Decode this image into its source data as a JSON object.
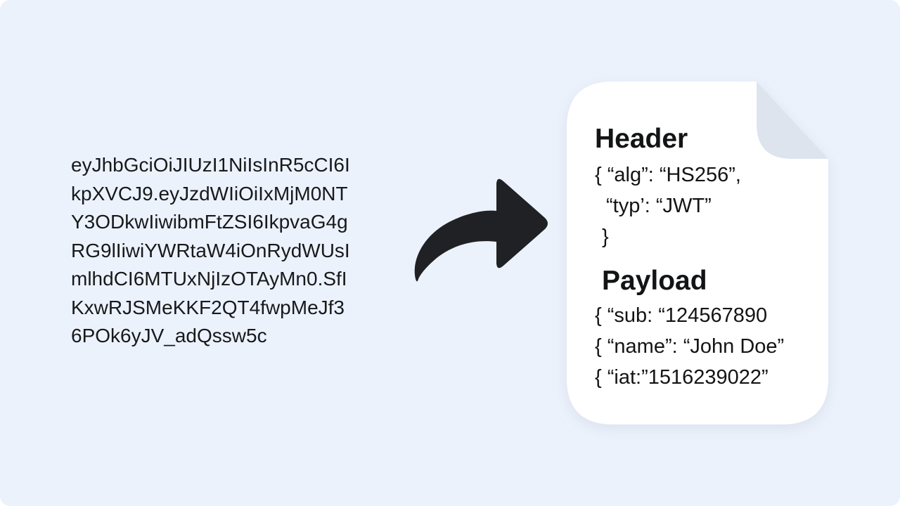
{
  "token": {
    "lines": [
      "eyJhbGciOiJIUzI1NiIsInR5cCI6I",
      "kpXVCJ9.eyJzdWIiOiIxMjM0NT",
      "Y3ODkwIiwibmFtZSI6IkpvaG4g",
      "RG9lIiwiYWRtaW4iOnRydWUsI",
      "mlhdCI6MTUxNjIzOTAyMn0.SfI",
      "KxwRJSMeKKF2QT4fwpMeJf3",
      "6POk6yJV_adQssw5c"
    ]
  },
  "arrow": {
    "icon": "curved-arrow-right-icon",
    "color": "#202124"
  },
  "document": {
    "icon": "document-icon",
    "background": "#ffffff",
    "fold_color": "#dde4ee",
    "header": {
      "title": "Header",
      "lines": [
        "{ “alg”: “HS256”,",
        "“typ’: “JWT”",
        "}"
      ]
    },
    "payload": {
      "title": "Payload",
      "lines": [
        "{ “sub: “124567890",
        "{ “name”: “John Doe”",
        "{ “iat:”1516239022”"
      ]
    }
  },
  "colors": {
    "background": "#ecf2fc",
    "text": "#18191b"
  }
}
